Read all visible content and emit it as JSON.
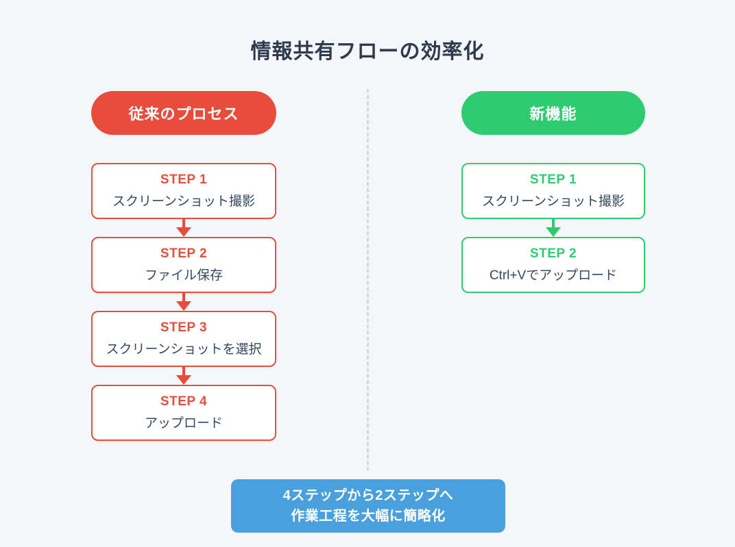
{
  "title": "情報共有フローの効率化",
  "colors": {
    "background": "#f4f6f9",
    "traditional_accent": "#e74c3c",
    "new_accent": "#2ecc71",
    "summary_accent": "#4aa0dc",
    "text_dark": "#2e3b4e",
    "divider": "#d5d8de"
  },
  "traditional_flow": {
    "header": "従来のプロセス",
    "steps": [
      {
        "label": "STEP 1",
        "text": "スクリーンショット撮影"
      },
      {
        "label": "STEP 2",
        "text": "ファイル保存"
      },
      {
        "label": "STEP 3",
        "text": "スクリーンショットを選択"
      },
      {
        "label": "STEP 4",
        "text": "アップロード"
      }
    ]
  },
  "new_flow": {
    "header": "新機能",
    "steps": [
      {
        "label": "STEP 1",
        "text": "スクリーンショット撮影"
      },
      {
        "label": "STEP 2",
        "text": "Ctrl+Vでアップロード"
      }
    ]
  },
  "summary": {
    "line1": "4ステップから2ステップへ",
    "line2": "作業工程を大幅に簡略化"
  }
}
